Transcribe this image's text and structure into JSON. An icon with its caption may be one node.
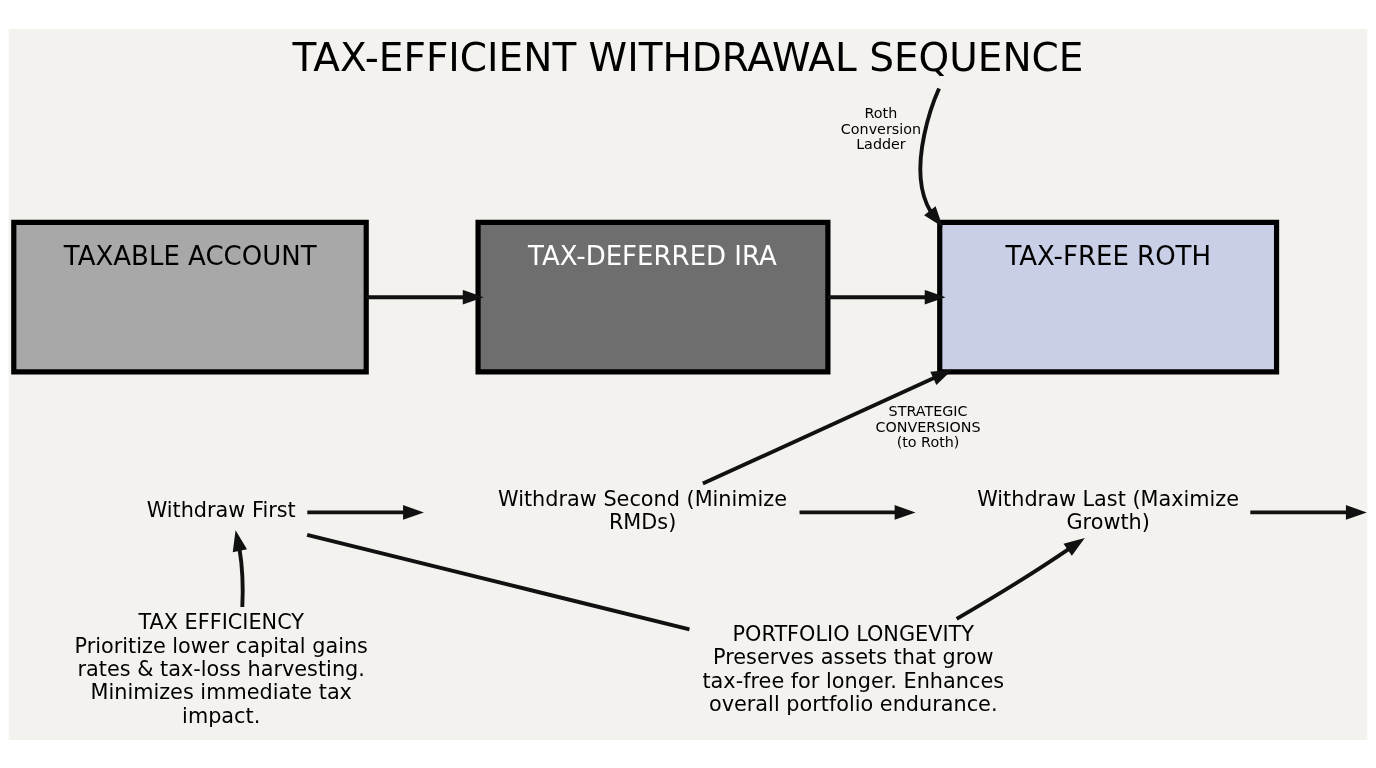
{
  "diagram": {
    "title": "TAX-EFFICIENT WITHDRAWAL SEQUENCE",
    "nodes": [
      {
        "text": [
          "TAXABLE ACCOUNT"
        ]
      },
      {
        "text": [
          "TAX-DEFERRED IRA"
        ]
      },
      {
        "text": [
          "TAX-FREE ROTH"
        ]
      },
      {
        "text": [
          "Withdraw First"
        ]
      },
      {
        "text": [
          "Withdraw Second (Minimize RMDs)"
        ]
      },
      {
        "text": [
          "Withdraw Last (Maximize Growth)"
        ]
      },
      {
        "text": [
          "TAX EFFICIENCY",
          "Prioritize lower capital gains rates & tax-loss harvesting. Minimizes immediate tax impact."
        ]
      },
      {
        "text": [
          "PORTFOLIO LONGEVITY",
          "Preserves assets that grow tax-free for longer. Enhances overall portfolio endurance."
        ]
      }
    ],
    "edges": [
      {
        "from": 0,
        "to": 1,
        "arrow": "to"
      },
      {
        "from": 1,
        "to": 2,
        "arrow": "to"
      },
      {
        "from": 3,
        "to": null,
        "arrow": "to"
      },
      {
        "from": 3,
        "to": 7,
        "arrow": "none"
      },
      {
        "from": 4,
        "to": null,
        "arrow": "to"
      },
      {
        "from": 4,
        "to": 2,
        "arrow": "to",
        "label": "STRATEGIC CONVERSIONS (to Roth)"
      },
      {
        "from": null,
        "to": 2,
        "arrow": "to",
        "label": "Roth Conversion Ladder"
      },
      {
        "from": 5,
        "to": null,
        "arrow": "to"
      },
      {
        "from": 6,
        "to": 3,
        "arrow": "to"
      },
      {
        "from": 7,
        "to": 5,
        "arrow": "to"
      }
    ]
  }
}
